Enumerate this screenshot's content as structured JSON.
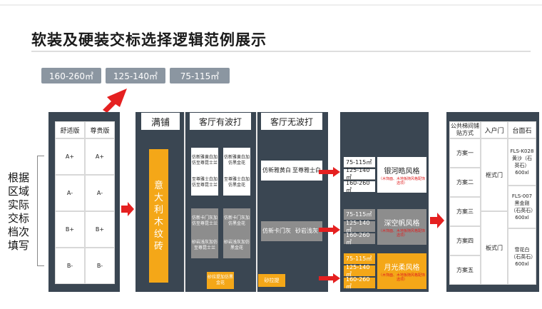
{
  "title": "软装及硬装交标选择逻辑范例展示",
  "tiers": [
    "160-260㎡",
    "125-140㎡",
    "75-115㎡"
  ],
  "left_label": [
    "根据",
    "区域",
    "实际",
    "交标",
    "档次",
    "填写"
  ],
  "grade_table": {
    "headers": [
      "舒适版",
      "尊贵版"
    ],
    "rows": [
      [
        "A+",
        "A+"
      ],
      [
        "A-",
        "A-"
      ],
      [
        "B+",
        "B+"
      ],
      [
        "B-",
        "B-"
      ]
    ]
  },
  "floor": {
    "headers": [
      "满铺",
      "客厅有波打",
      "客厅无波打"
    ],
    "wood_chars": [
      "意",
      "大",
      "利",
      "木",
      "纹",
      "砖"
    ],
    "wave_white": [
      "仿新雅黄白加仿至尊昆士兰",
      "仿新雅黄白加仿黑金花",
      "至尊雅士白加仿至尊昆士兰",
      "至尊雅士白加仿黑金花"
    ],
    "wave_gray": [
      "仿新卡门灰加仿至尊昆士兰",
      "仿新卡门灰加仿黑金花",
      "砂岩浅灰加仿至尊昆士兰",
      "砂岩浅灰加仿黑金花"
    ],
    "wave_yellow": "砂拉提加仿黑金花",
    "nowave_white": [
      "仿新雅黄白",
      "至尊雅士白"
    ],
    "nowave_gray": [
      "仿新卡门灰",
      "砂岩浅灰"
    ],
    "nowave_yellow": "砂拉提"
  },
  "styles": [
    {
      "ranges": [
        "75-115㎡",
        "125-140㎡",
        "160-260㎡"
      ],
      "name": "银河晧风格",
      "sub": "（木饰面、木地板随风格配饰选项）"
    },
    {
      "ranges": [
        "75-115㎡",
        "125-140㎡",
        "160-260㎡"
      ],
      "name": "深空帆风格",
      "sub": "（木饰面、木地板随风格配饰选项）"
    },
    {
      "ranges": [
        "75-115㎡",
        "125-140㎡",
        "160-260㎡"
      ],
      "name": "月光柔风格",
      "sub": "（木饰面、木地板随风格配饰选项）"
    }
  ],
  "public_table": {
    "headers": [
      "公共梯间铺贴方式",
      "入户门",
      "台面石"
    ],
    "schemes": [
      "方案一",
      "方案二",
      "方案三",
      "方案四",
      "方案五"
    ],
    "doors": [
      "框式门",
      "板式门"
    ],
    "stones": [
      "FLS-K028黄沙（石英石）600xl",
      "FLS-007黑金刚（石英石）600xl",
      "雪花白（石英石）600xl"
    ]
  },
  "colors": {
    "panel": "#3a4652",
    "accent_orange": "#f4a718",
    "arrow_red": "#e52020",
    "tier_gray": "#8b96a1"
  }
}
